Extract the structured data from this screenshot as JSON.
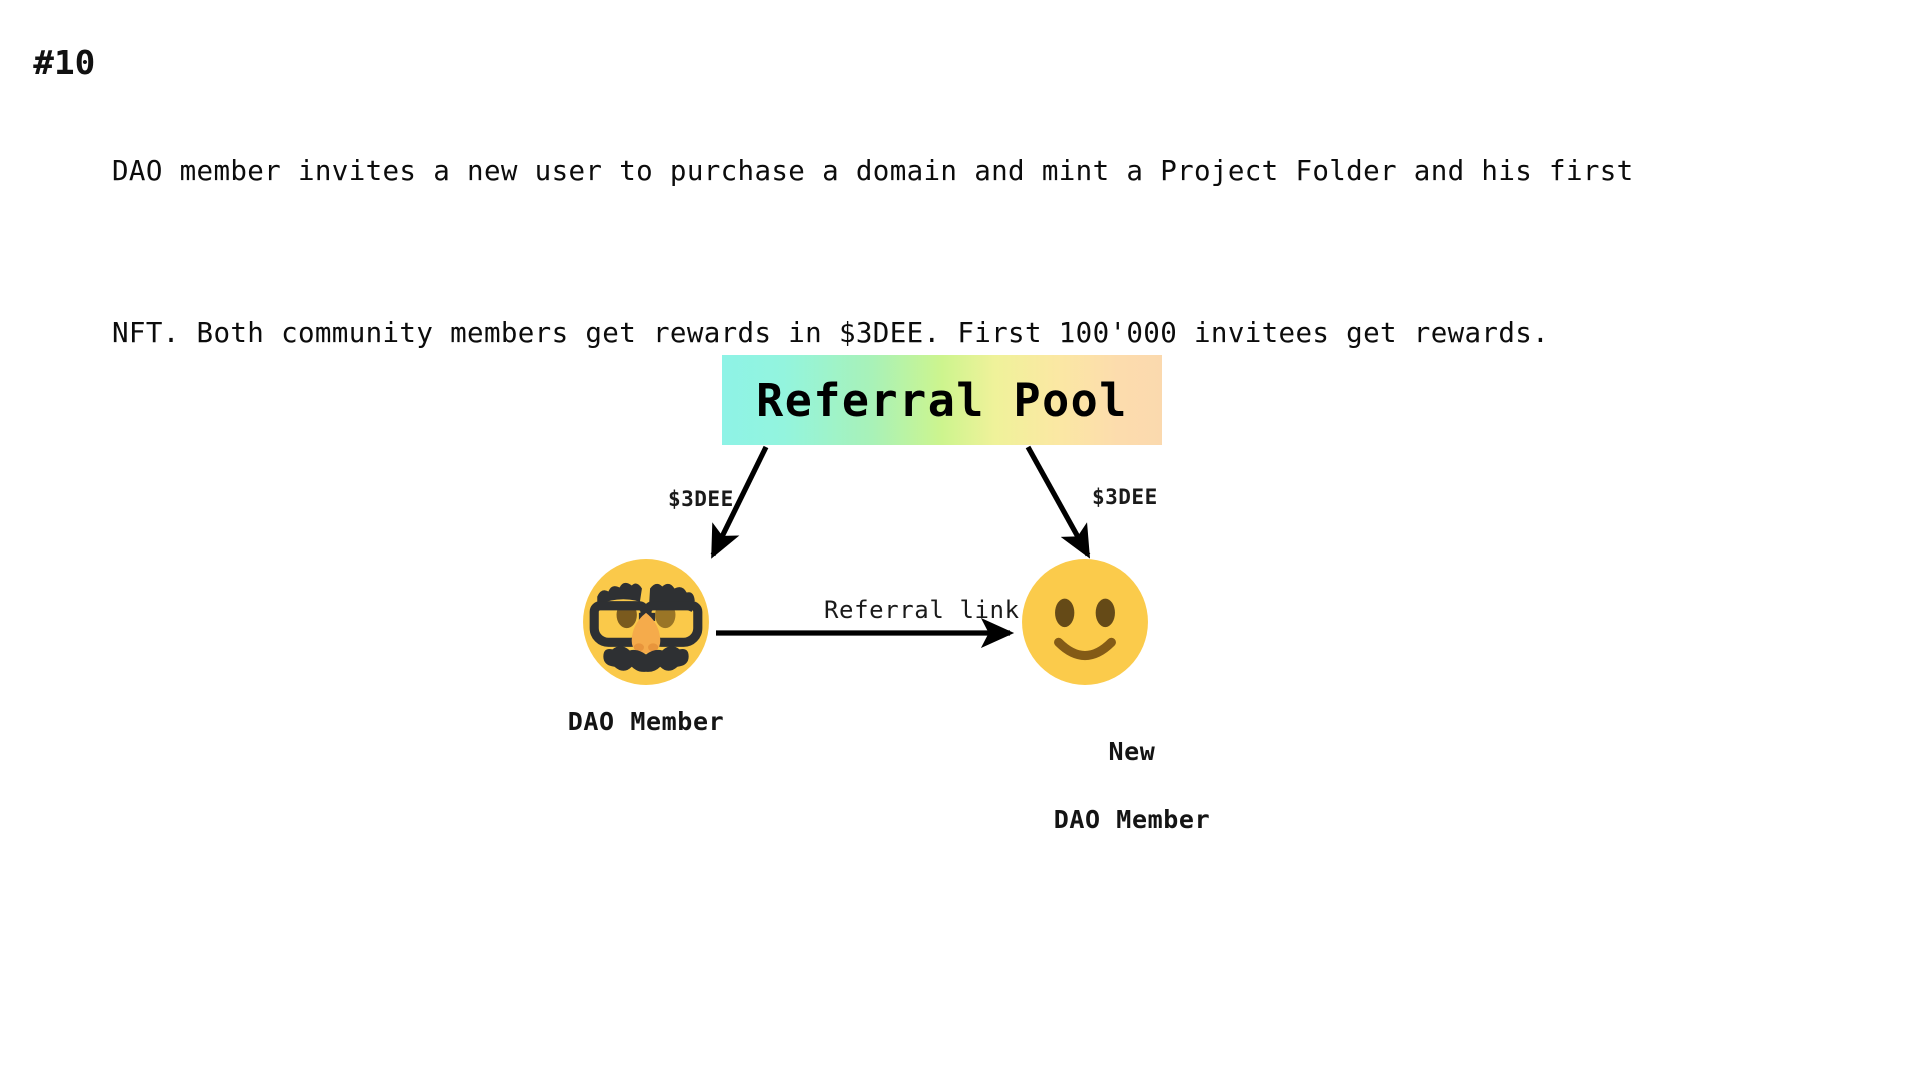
{
  "caption": {
    "number": "#10",
    "lines": [
      "DAO member invites a new user to purchase a domain and mint a Project Folder and his first",
      "NFT. Both community members get rewards in $3DEE. First 100'000 invitees get rewards."
    ],
    "line1": "DAO member invites a new user to purchase a domain and mint a Project Folder and his first",
    "line2": "NFT. Both community members get rewards in $3DEE. First 100'000 invitees get rewards."
  },
  "diagram": {
    "pool": {
      "title": "Referral Pool",
      "gradient_start": "#8ef3e6",
      "gradient_mid": "#cdf48e",
      "gradient_end": "#fbd9ae"
    },
    "edges": [
      {
        "id": "pool-to-dao-member",
        "label": "$3DEE",
        "from": "Referral Pool",
        "to": "DAO Member"
      },
      {
        "id": "pool-to-new-member",
        "label": "$3DEE",
        "from": "Referral Pool",
        "to": "New DAO Member"
      },
      {
        "id": "dao-member-to-new-member",
        "label": "Referral link",
        "from": "DAO Member",
        "to": "New DAO Member"
      }
    ],
    "actors": [
      {
        "id": "dao-member",
        "label": "DAO Member",
        "label_line1": "DAO Member",
        "label_line2": "",
        "icon": "disguised-face-emoji",
        "face_color": "#fac94a",
        "feature_color": "#2e3033"
      },
      {
        "id": "new-dao-member",
        "label": "New DAO Member",
        "label_line1": "New",
        "label_line2": "DAO Member",
        "icon": "slightly-smiling-face-emoji",
        "face_color": "#fbcb4b",
        "feature_color": "#654a17"
      }
    ],
    "arrow_color": "#000000"
  }
}
